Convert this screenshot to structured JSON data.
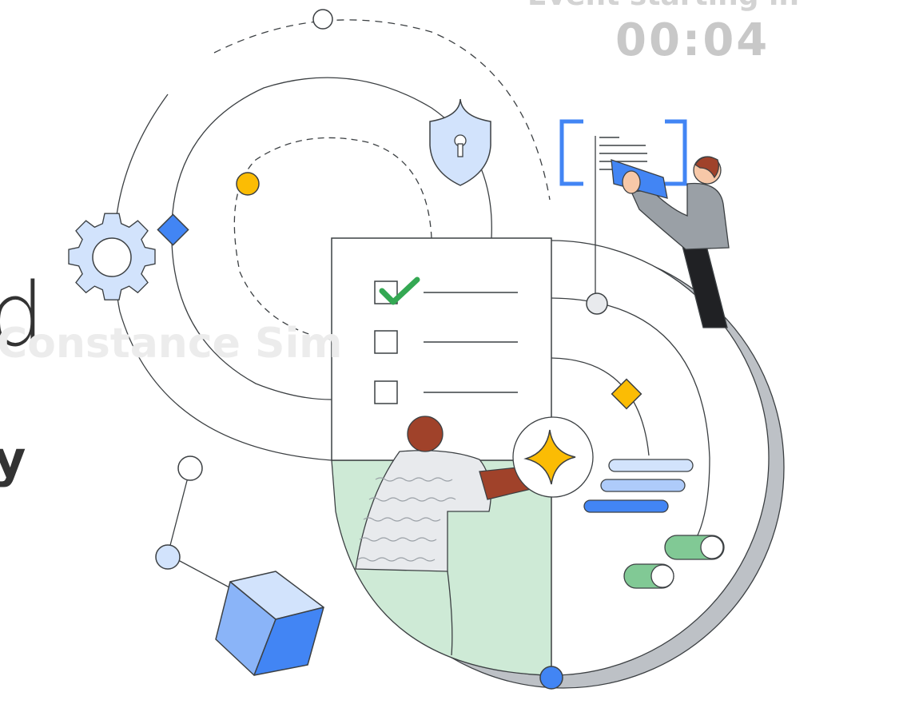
{
  "countdown": {
    "label": "Event starting in",
    "time": "00:04"
  },
  "title_fragment": "d",
  "speaker_name": "Constance Sim",
  "subtitle_fragment": "y",
  "colors": {
    "blue": "#4285f4",
    "light_blue": "#aecbfa",
    "pale_blue": "#d2e3fc",
    "yellow": "#fbbc04",
    "green": "#34a853",
    "light_green": "#ceead6",
    "grey": "#bdc1c6",
    "dark_text": "#333333"
  }
}
